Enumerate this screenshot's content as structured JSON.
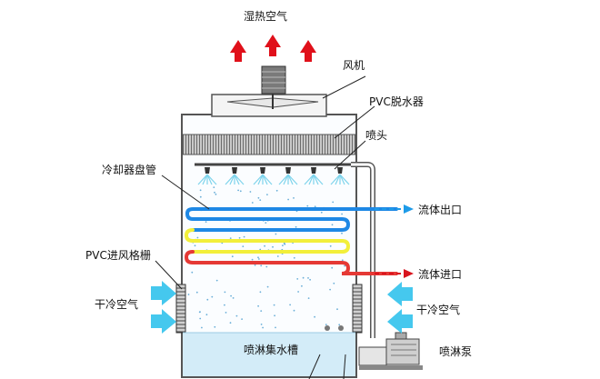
{
  "labels": {
    "top_air": "湿热空气",
    "fan": "风机",
    "eliminator": "PVC脱水器",
    "nozzle": "喷头",
    "coil": "冷却器盘管",
    "fluid_out": "流体出口",
    "fluid_in": "流体进口",
    "louver": "PVC进风格栅",
    "dry_air_left": "干冷空气",
    "dry_air_right": "干冷空气",
    "basin": "喷淋集水槽",
    "pump": "喷淋泵"
  },
  "colors": {
    "hot_air_arrow": "#e0101a",
    "cold_air_arrow": "#45c8ee",
    "coil_blue": "#1e88e5",
    "coil_yellow": "#f2ef3a",
    "coil_red": "#e53935",
    "fluid_out_arrow": "#1e9be8",
    "fluid_in_arrow": "#d9141e",
    "water": "#d3ecf8",
    "spray": "#7fd4ec"
  }
}
